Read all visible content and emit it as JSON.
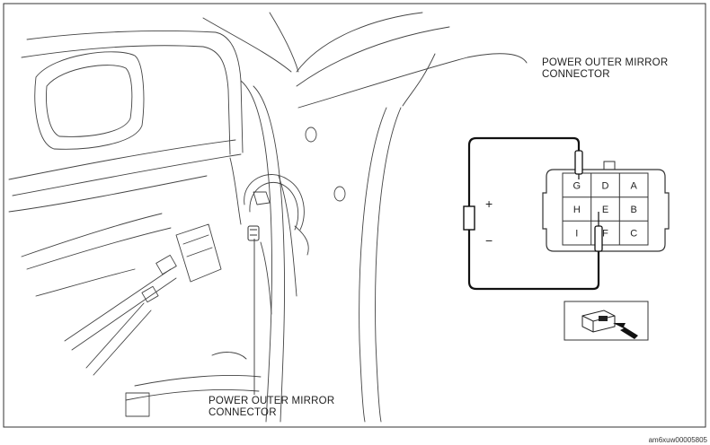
{
  "labels": {
    "right_connector": [
      "POWER OUTER MIRROR",
      "CONNECTOR"
    ],
    "bottom_connector": [
      "POWER OUTER MIRROR",
      "CONNECTOR"
    ]
  },
  "connector_grid": [
    [
      "G",
      "D",
      "A"
    ],
    [
      "H",
      "E",
      "B"
    ],
    [
      "I",
      "F",
      "C"
    ]
  ],
  "polarity": {
    "plus": "+",
    "minus": "−"
  },
  "reference_code": "am6xuw00005805",
  "icons": [
    "connector-view-arrow-icon"
  ]
}
